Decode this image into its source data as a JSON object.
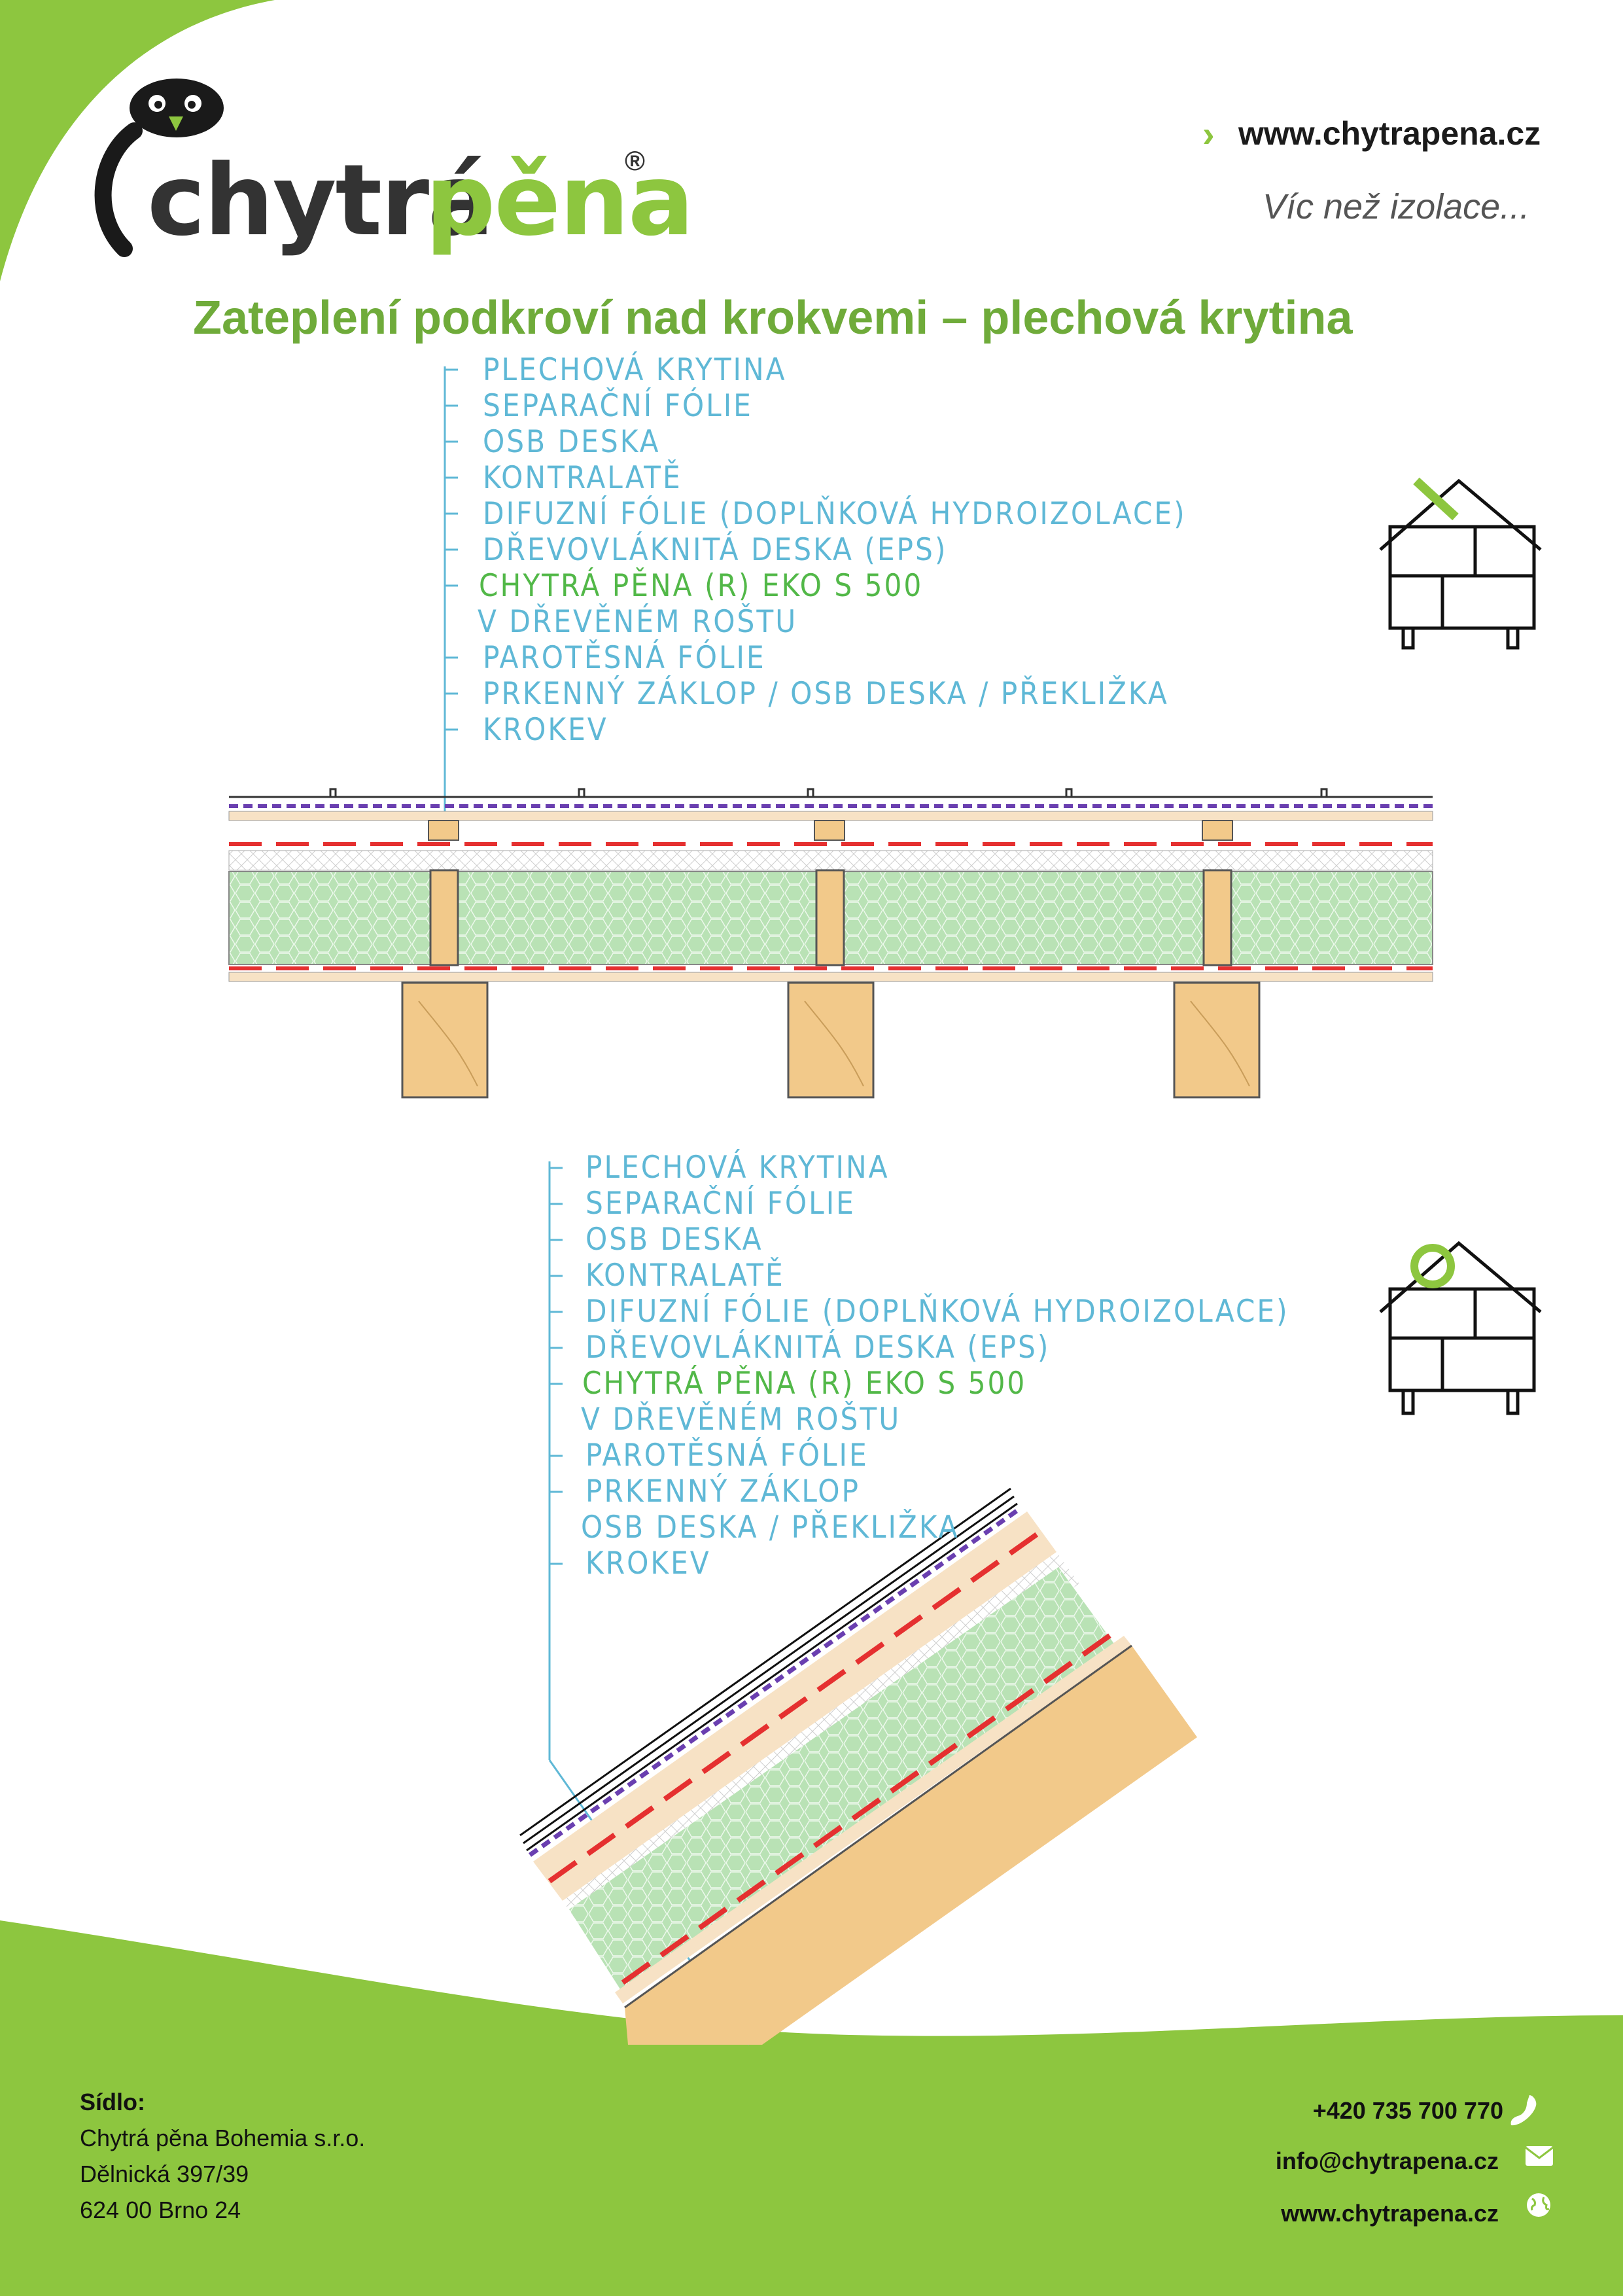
{
  "header": {
    "brand_word1": "chytrá",
    "brand_word2": "pěna",
    "registered": "®",
    "website": "www.chytrapena.cz",
    "tagline": "Víc než izolace..."
  },
  "title": "Zateplení podkroví nad krokvemi – plechová krytina",
  "diagram1": {
    "labels": [
      "PLECHOVÁ KRYTINA",
      "SEPARAČNÍ FÓLIE",
      "OSB DESKA",
      "KONTRALATĚ",
      "DIFUZNÍ FÓLIE (DOPLŇKOVÁ HYDROIZOLACE)",
      "DŘEVOVLÁKNITÁ DESKA (EPS)",
      "CHYTRÁ PĚNA (R) EKO S 500",
      "V DŘEVĚNÉM ROŠTU",
      "PAROTĚSNÁ FÓLIE",
      "PRKENNÝ ZÁKLOP / OSB DESKA / PŘEKLIŽKA",
      "KROKEV"
    ]
  },
  "diagram2": {
    "labels": [
      "PLECHOVÁ KRYTINA",
      "SEPARAČNÍ FÓLIE",
      "OSB DESKA",
      "KONTRALATĚ",
      "DIFUZNÍ FÓLIE (DOPLŇKOVÁ HYDROIZOLACE)",
      "DŘEVOVLÁKNITÁ DESKA (EPS)",
      "CHYTRÁ PĚNA (R) EKO S 500",
      "V DŘEVĚNÉM ROŠTU",
      "PAROTĚSNÁ FÓLIE",
      "PRKENNÝ ZÁKLOP",
      "OSB DESKA / PŘEKLIŽKA",
      "KROKEV"
    ]
  },
  "footer": {
    "seat_label": "Sídlo:",
    "company": "Chytrá pěna Bohemia s.r.o.",
    "street": "Dělnická 397/39",
    "city": "624 00 Brno 24",
    "phone": "+420 735 700 770",
    "email": "info@chytrapena.cz",
    "web": "www.chytrapena.cz"
  },
  "colors": {
    "brand_green": "#8dc63f",
    "title_green": "#6fab3a",
    "foam_green": "#b7e0b3",
    "wood": "#f2c98a",
    "red_dash": "#e53030",
    "purple_dash": "#6a3fb0",
    "label_blue": "#5fb8d6"
  }
}
